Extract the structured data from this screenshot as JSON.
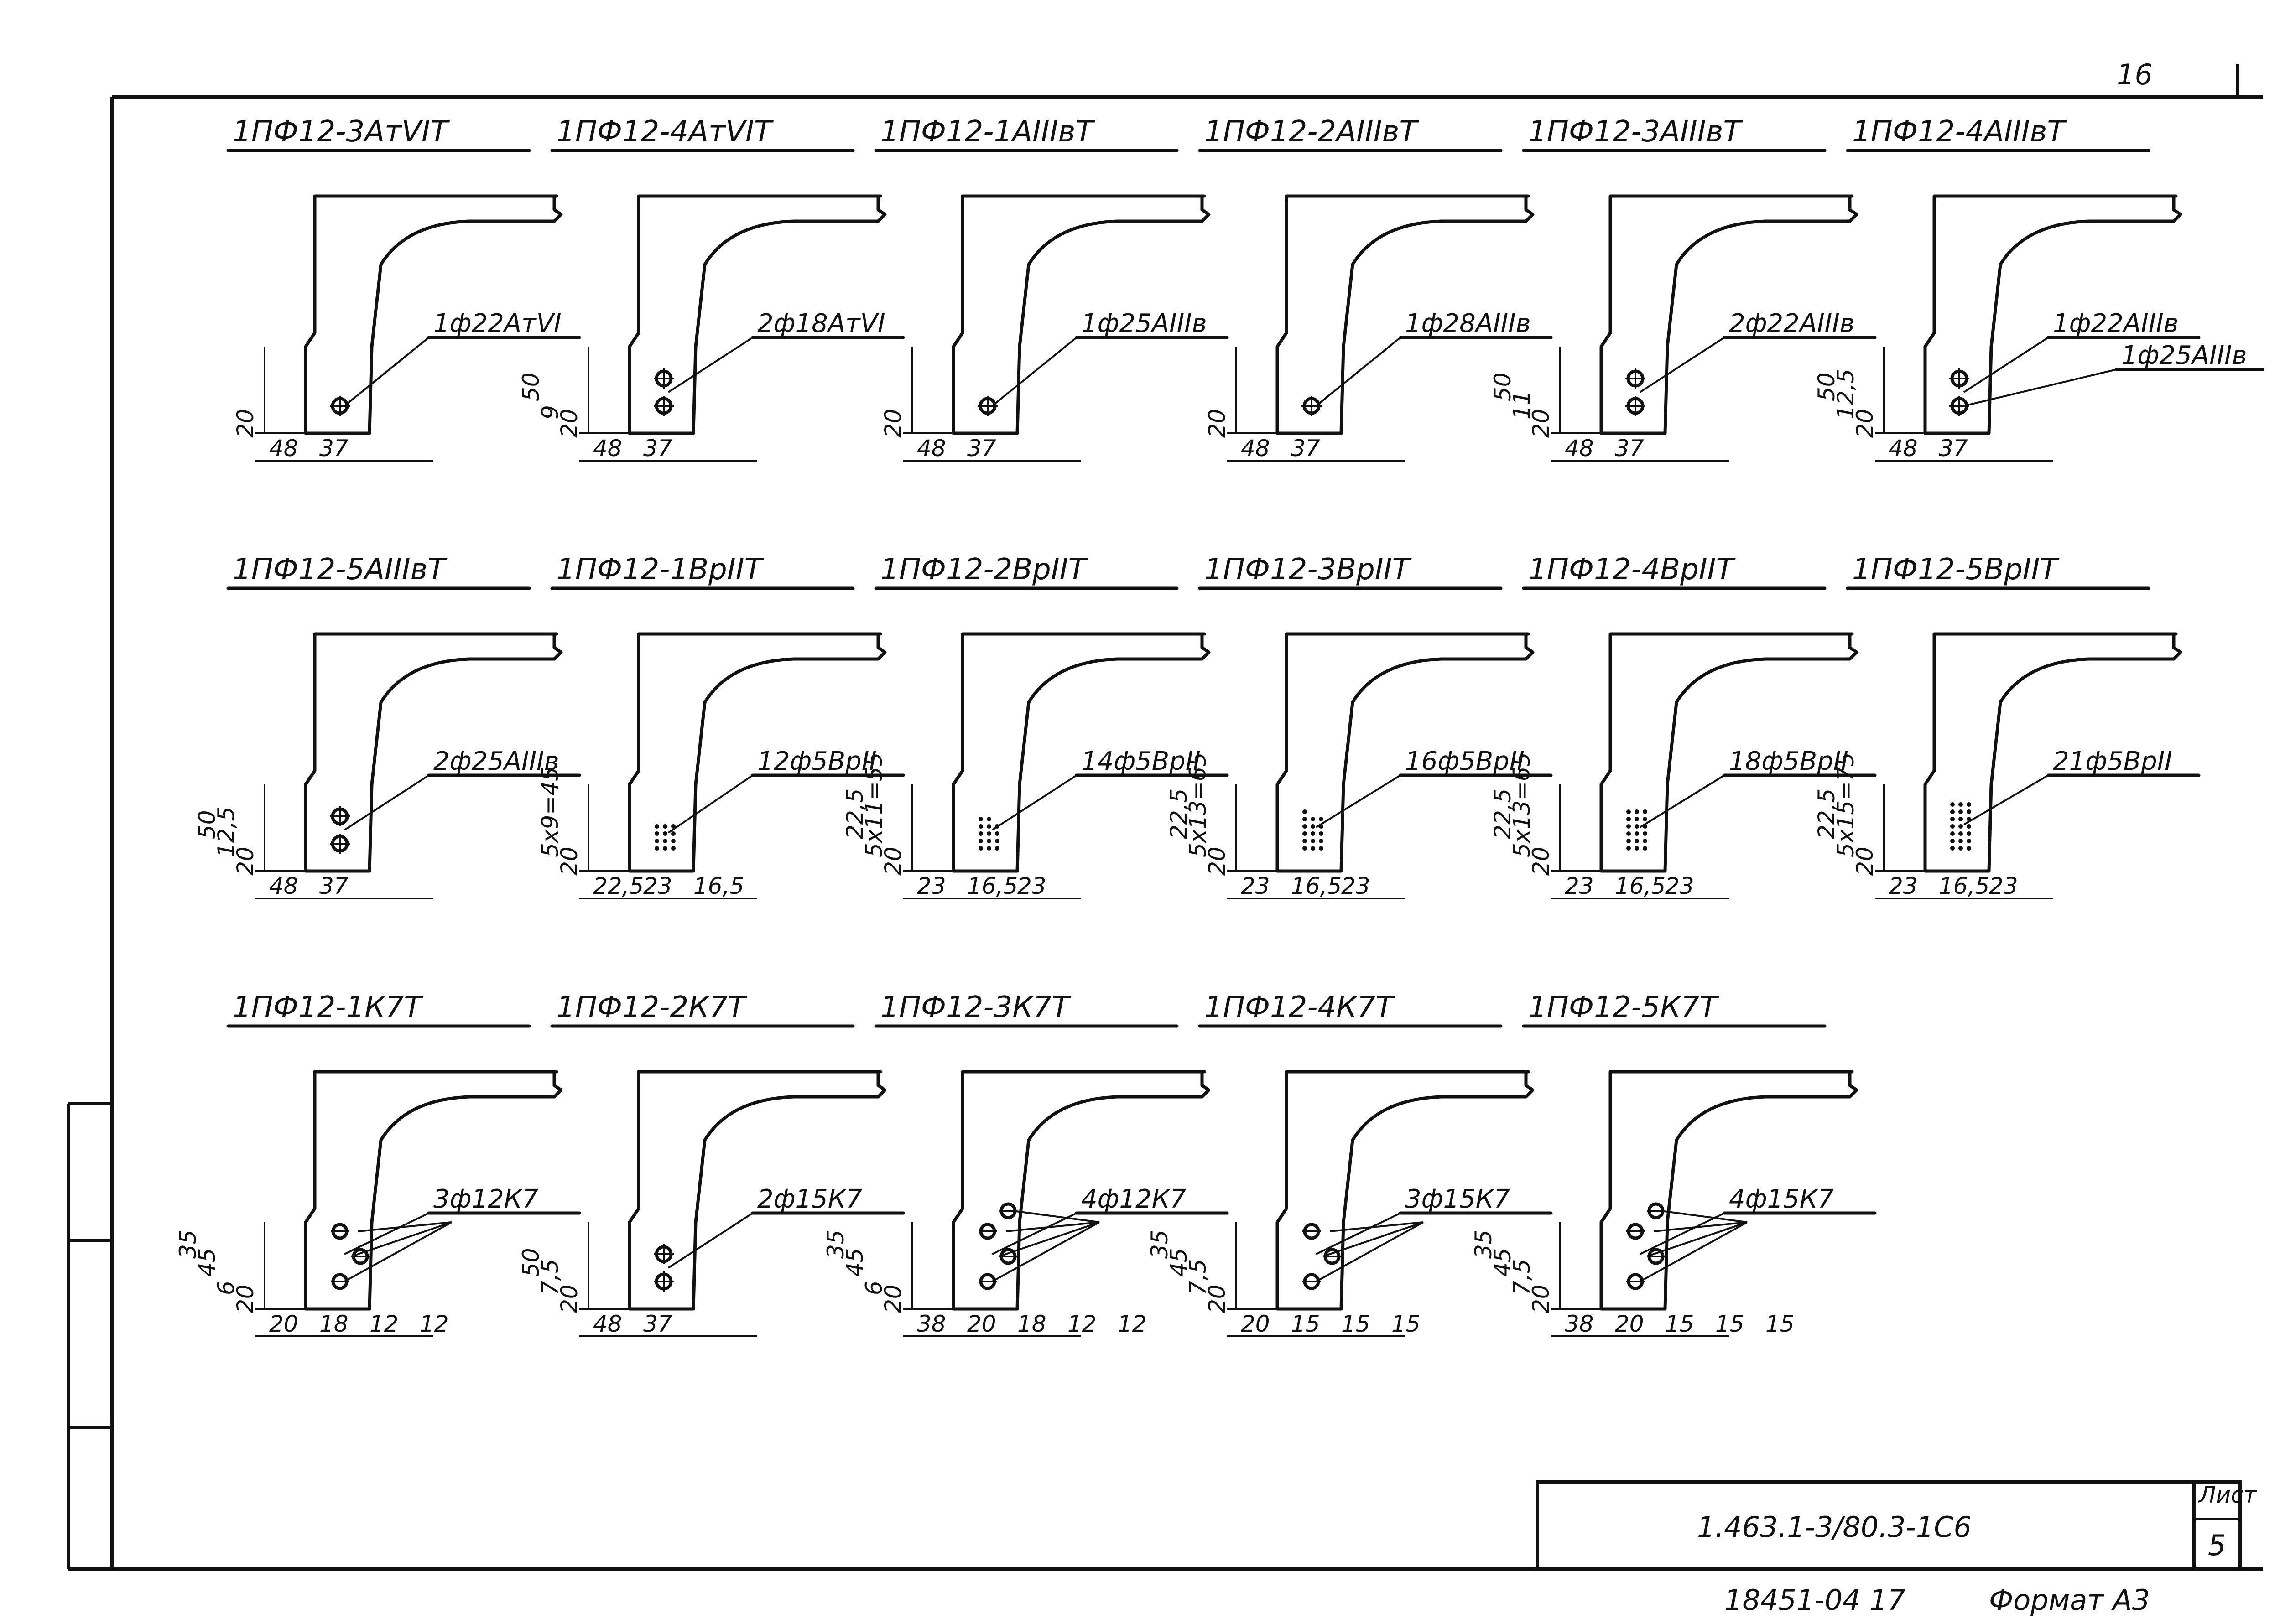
{
  "sheet": {
    "page_number": "16",
    "doc_code": "1.463.1-3/80.3-1C6",
    "sheet_label": "Лист",
    "sheet_no": "5",
    "footer_text": "18451-04  17",
    "format_text": "Формат А3"
  },
  "details": [
    {
      "title": "1ПФ12-3АтVIТ",
      "rebar": "1ф22АтVI",
      "dims": [
        "20",
        "48",
        "37"
      ]
    },
    {
      "title": "1ПФ12-4АтVIТ",
      "rebar": "2ф18АтVI",
      "dims": [
        "20",
        "9",
        "50",
        "48",
        "37"
      ]
    },
    {
      "title": "1ПФ12-1АIIIвТ",
      "rebar": "1ф25АIIIв",
      "dims": [
        "20",
        "48",
        "37"
      ]
    },
    {
      "title": "1ПФ12-2АIIIвТ",
      "rebar": "1ф28АIIIв",
      "dims": [
        "20",
        "48",
        "37"
      ]
    },
    {
      "title": "1ПФ12-3АIIIвТ",
      "rebar": "2ф22АIIIв",
      "dims": [
        "20",
        "11",
        "50",
        "48",
        "37"
      ]
    },
    {
      "title": "1ПФ12-4АIIIвТ",
      "rebar": "1ф22АIIIв",
      "rebar2": "1ф25АIIIв",
      "dims": [
        "20",
        "12,5",
        "50",
        "48",
        "37"
      ]
    },
    {
      "title": "1ПФ12-5АIIIвТ",
      "rebar": "2ф25АIIIв",
      "dims": [
        "20",
        "12,5",
        "50",
        "48",
        "37"
      ]
    },
    {
      "title": "1ПФ12-1ВрIIТ",
      "rebar": "12ф5ВрII",
      "dims": [
        "20",
        "5х9=45",
        "22,5",
        "23",
        "16,5"
      ]
    },
    {
      "title": "1ПФ12-2ВрIIТ",
      "rebar": "14ф5ВрII",
      "dims": [
        "20",
        "5х11=55",
        "22,5",
        "23",
        "16,5",
        "23"
      ]
    },
    {
      "title": "1ПФ12-3ВрIIТ",
      "rebar": "16ф5ВрII",
      "dims": [
        "20",
        "5х13=65",
        "22,5",
        "23",
        "16,5",
        "23"
      ]
    },
    {
      "title": "1ПФ12-4ВрIIТ",
      "rebar": "18ф5ВрII",
      "dims": [
        "20",
        "5х13=65",
        "22,5",
        "23",
        "16,5",
        "23"
      ]
    },
    {
      "title": "1ПФ12-5ВрIIТ",
      "rebar": "21ф5ВрII",
      "dims": [
        "20",
        "5х15=75",
        "22,5",
        "23",
        "16,5",
        "23"
      ]
    },
    {
      "title": "1ПФ12-1К7Т",
      "rebar": "3ф12К7",
      "dims": [
        "20",
        "6",
        "45",
        "35",
        "20",
        "18",
        "12",
        "12"
      ]
    },
    {
      "title": "1ПФ12-2К7Т",
      "rebar": "2ф15К7",
      "dims": [
        "20",
        "7,5",
        "50",
        "48",
        "37"
      ]
    },
    {
      "title": "1ПФ12-3К7Т",
      "rebar": "4ф12К7",
      "dims": [
        "20",
        "6",
        "45",
        "35",
        "38",
        "20",
        "18",
        "12",
        "12"
      ]
    },
    {
      "title": "1ПФ12-4К7Т",
      "rebar": "3ф15К7",
      "dims": [
        "20",
        "7,5",
        "45",
        "35",
        "20",
        "15",
        "15",
        "15"
      ]
    },
    {
      "title": "1ПФ12-5К7Т",
      "rebar": "4ф15К7",
      "dims": [
        "20",
        "7,5",
        "45",
        "35",
        "38",
        "20",
        "15",
        "15",
        "15"
      ]
    }
  ]
}
